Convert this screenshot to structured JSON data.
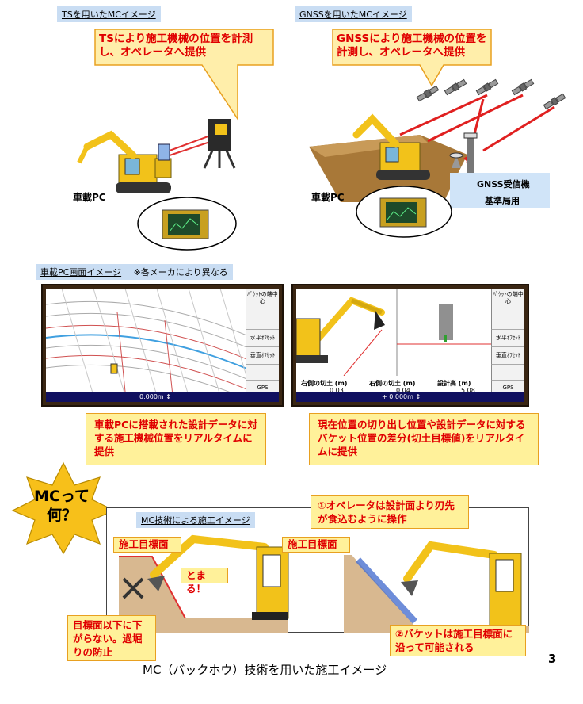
{
  "top_left": {
    "title": "TSを用いたMCイメージ",
    "callout": "TSにより施工機械の位置を計測し、オペレータへ提供",
    "pc_label": "車載PC"
  },
  "top_right": {
    "title": "GNSSを用いたMCイメージ",
    "callout": "GNSSにより施工機械の位置を計測し、オペレータへ提供",
    "pc_label": "車載PC",
    "receiver_label": "GNSS受信機",
    "base_label": "基準局用"
  },
  "middle": {
    "title": "車載PC画面イメージ",
    "note": "※各メーカにより異なる",
    "left_screen": {
      "buttons": [
        "ﾊﾞｹｯﾄの端中心",
        "",
        "水平ｵﾌｾｯﾄ",
        "垂直ｵﾌｾｯﾄ",
        "",
        "GPS"
      ],
      "status": "0.000m ↕"
    },
    "right_screen": {
      "buttons": [
        "ﾊﾞｹｯﾄの端中心",
        "",
        "水平ｵﾌｾｯﾄ",
        "垂直ｵﾌｾｯﾄ",
        "",
        "GPS"
      ],
      "readouts": [
        {
          "label": "右側の切土 (m)",
          "value": "0.03"
        },
        {
          "label": "右側の切土 (m)",
          "value": "0.04"
        },
        {
          "label": "設計高 (m)",
          "value": "5.08"
        }
      ],
      "status": "+ 0.000m ↕"
    },
    "left_box": "車載PCに搭載された設計データに対する施工機械位置をリアルタイムに提供",
    "right_box": "現在位置の切り出し位置や設計データに対するバケット位置の差分(切土目標値)をリアルタイムに提供"
  },
  "bottom": {
    "star": "MCって何？",
    "title": "MC技術による施工イメージ",
    "label_target1": "施工目標面",
    "label_target2": "施工目標面",
    "stop": "とまる！",
    "note_op": "①オペレータは設計面より刃先が食込むように操作",
    "note_left": "目標面以下に下がらない。過堀りの防止",
    "note_bucket": "②バケットは施工目標面に沿って可能される"
  },
  "caption": "MC（バックホウ）技術を用いた施工イメージ",
  "page_number": "3",
  "colors": {
    "red_text": "#e00000",
    "yellow_box": "#fff19a",
    "title_bg": "#c9ddf3",
    "machine_yellow": "#f2c21a"
  }
}
